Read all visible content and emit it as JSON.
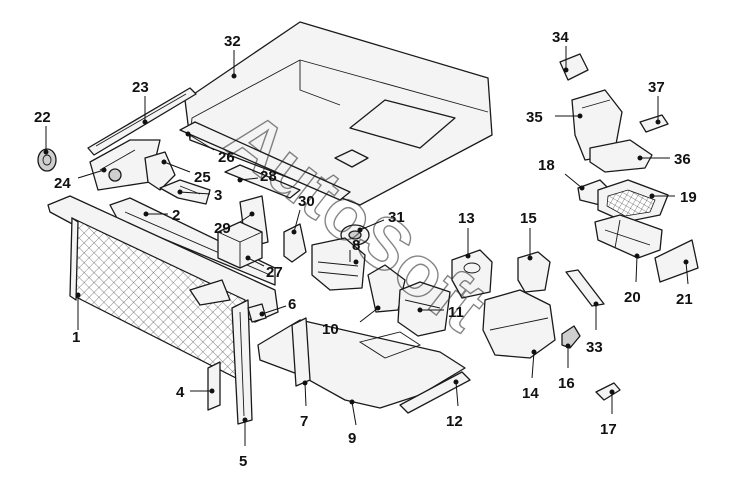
{
  "watermark": {
    "text": "AutoSoft"
  },
  "callouts": [
    "1",
    "2",
    "3",
    "4",
    "5",
    "6",
    "7",
    "8",
    "9",
    "10",
    "11",
    "12",
    "13",
    "14",
    "15",
    "16",
    "17",
    "18",
    "19",
    "20",
    "21",
    "22",
    "23",
    "24",
    "25",
    "26",
    "27",
    "28",
    "29",
    "30",
    "31",
    "32",
    "33",
    "34",
    "35",
    "36",
    "37"
  ]
}
